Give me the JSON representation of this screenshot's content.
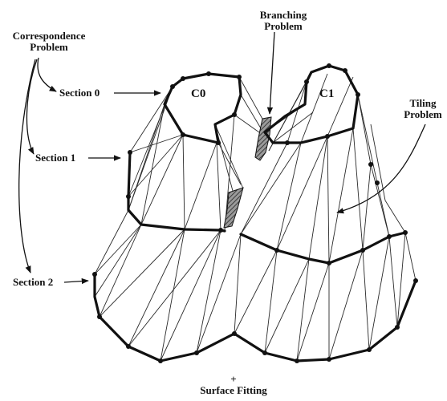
{
  "labels": {
    "correspondence_line1": "Correspondence",
    "correspondence_line2": "Problem",
    "branching_line1": "Branching",
    "branching_line2": "Problem",
    "tiling_line1": "Tiling",
    "tiling_line2": "Problem",
    "section0": "Section 0",
    "section1": "Section 1",
    "section2": "Section 2",
    "c0": "C0",
    "c1": "C1",
    "plus": "+",
    "surface_fitting": "Surface Fitting"
  },
  "colors": {
    "line": "#111111",
    "hatch": "#555555",
    "background": "#ffffff"
  }
}
